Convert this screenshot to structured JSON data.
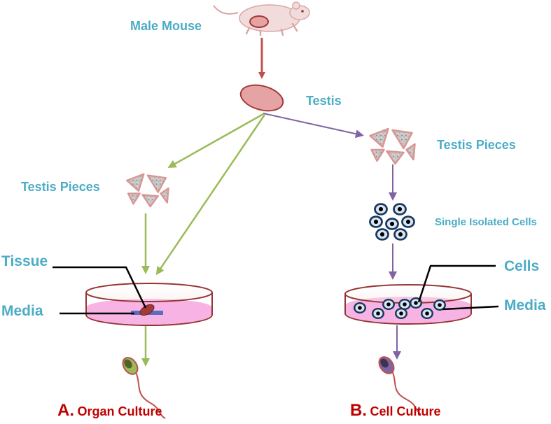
{
  "labels": {
    "male_mouse": "Male Mouse",
    "testis": "Testis",
    "testis_pieces_right": "Testis Pieces",
    "testis_pieces_left": "Testis Pieces",
    "single_isolated_cells": "Single Isolated Cells",
    "tissue": "Tissue",
    "media_left": "Media",
    "cells": "Cells",
    "media_right": "Media"
  },
  "captions": {
    "a_letter": "A.",
    "a_text": "Organ Culture",
    "b_letter": "B.",
    "b_text": "Cell Culture"
  },
  "colors": {
    "label_text": "#4bacc6",
    "caption_text": "#c00000",
    "arrow_red": "#c0504d",
    "arrow_green": "#9bbb59",
    "arrow_purple": "#8064a2",
    "media_pink": "#f7b3e3",
    "dish_outline": "#943634",
    "testis_fill": "#e6a3a3"
  }
}
